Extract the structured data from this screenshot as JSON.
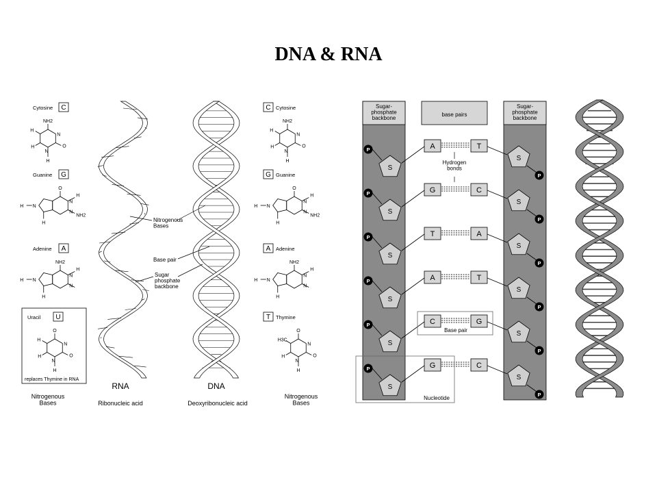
{
  "title": "DNA & RNA",
  "left_panel": {
    "bases_left": [
      {
        "name": "Cytosine",
        "letter": "C"
      },
      {
        "name": "Guanine",
        "letter": "G"
      },
      {
        "name": "Adenine",
        "letter": "A"
      },
      {
        "name": "Uracil",
        "letter": "U"
      }
    ],
    "uracil_note": "replaces Thymine in RNA",
    "bases_right": [
      {
        "name": "Cytosine",
        "letter": "C"
      },
      {
        "name": "Guanine",
        "letter": "G"
      },
      {
        "name": "Adenine",
        "letter": "A"
      },
      {
        "name": "Thymine",
        "letter": "T"
      }
    ],
    "callouts": {
      "nitrogenous_bases": "Nitrogenous\nBases",
      "base_pair": "Base pair",
      "backbone": "Sugar\nphosphate\nbackbone"
    },
    "rna_label": "RNA",
    "rna_sublabel": "Ribonucleic acid",
    "dna_label": "DNA",
    "dna_sublabel": "Deoxyribonucleic acid",
    "left_caption": "Nitrogenous\nBases",
    "right_caption": "Nitrogenous\nBases",
    "atoms": {
      "N": "N",
      "H": "H",
      "O": "O",
      "NH2": "NH2",
      "H3C": "H3C"
    }
  },
  "right_panel": {
    "backbone_left": "Sugar-\nphosphate\nbackbone",
    "backbone_right": "Sugar-\nphosphate\nbackbone",
    "base_pairs_header": "base pairs",
    "pairs": [
      [
        "A",
        "T"
      ],
      [
        "G",
        "C"
      ],
      [
        "T",
        "A"
      ],
      [
        "A",
        "T"
      ],
      [
        "C",
        "G"
      ],
      [
        "G",
        "C"
      ]
    ],
    "sugar": "S",
    "phosphate": "P",
    "hydrogen_bonds": "Hydrogen\nbonds",
    "base_pair": "Base pair",
    "nucleotide": "Nucleotide"
  },
  "colors": {
    "backbone_fill": "#8a8a8a",
    "helix_fill": "#8c8c8c",
    "box_fill": "#d6d6d6",
    "pentagon_fill": "#cfcfcf"
  }
}
